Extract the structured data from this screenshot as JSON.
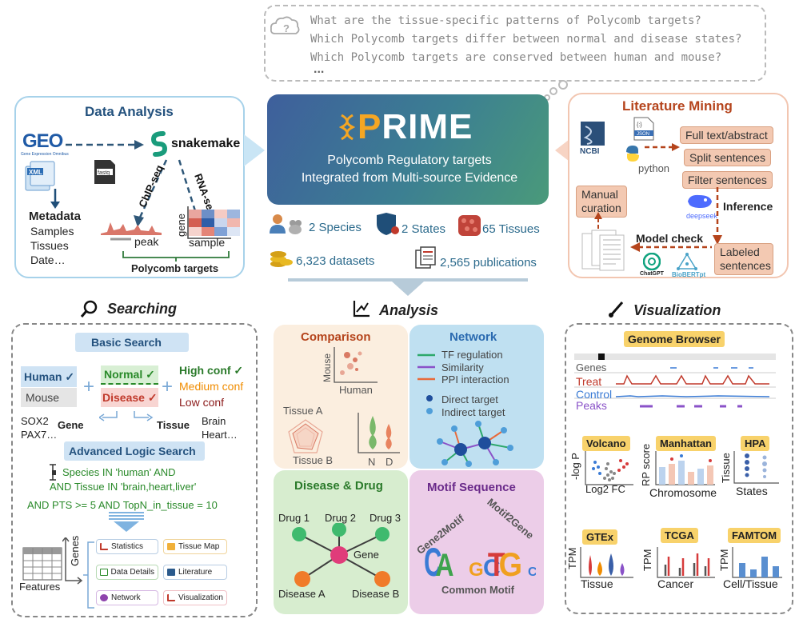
{
  "questions": {
    "q1": "What are the tissue-specific patterns of Polycomb targets?",
    "q2": "Which Polycomb targets differ between normal and disease states?",
    "q3": "Which Polycomb targets are conserved between human and mouse?",
    "more": "..."
  },
  "data_analysis": {
    "title": "Data Analysis",
    "geo_logo": "GEO",
    "geo_sub": "Gene Expression Omnibus",
    "xml": "XML",
    "fastq": "fastq",
    "snakemake": "snakemake",
    "chip_seq": "ChIP-seq",
    "rna_seq": "RNA-seq",
    "metadata_title": "Metadata",
    "metadata_items": [
      "Samples",
      "Tissues",
      "Date…"
    ],
    "peak": "peak",
    "gene": "gene",
    "sample": "sample",
    "polycomb_targets": "Polycomb targets"
  },
  "prime": {
    "title_p": "P",
    "title_rest": "RIME",
    "line1": "Polycomb Regulatory targets",
    "line2": "Integrated from Multi-source Evidence"
  },
  "stats": {
    "species": "2 Species",
    "states": "2 States",
    "tissues": "65 Tissues",
    "datasets": "6,323 datasets",
    "publications": "2,565 publications"
  },
  "literature": {
    "title": "Literature Mining",
    "ncbi": "NCBI",
    "json": "JSON",
    "python": "python",
    "full_text": "Full text/abstract",
    "split": "Split  sentences",
    "filter": "Filter  sentences",
    "manual": "Manual curation",
    "inference": "Inference",
    "deepseek": "deepseek",
    "model_check": "Model check",
    "labeled": "Labeled sentences",
    "chatgpt": "ChatGPT",
    "biobert": "BioBERTpt"
  },
  "searching": {
    "title": "Searching",
    "basic_search": "Basic Search",
    "human": "Human ✓",
    "mouse": "Mouse",
    "normal": "Normal ✓",
    "disease": "Disease ✓",
    "high_conf": "High conf ✓",
    "medium_conf": "Medium conf",
    "low_conf": "Low conf",
    "gene_examples": "SOX2\nPAX7…",
    "gene": "Gene",
    "tissue": "Tissue",
    "tissue_examples": "Brain\nHeart…",
    "advanced": "Advanced Logic Search",
    "query1": "Species IN 'human' AND",
    "query2": "AND Tissue IN 'brain,heart,liver'",
    "query3": "AND PTS >= 5 AND TopN_in_tissue = 10",
    "genes": "Genes",
    "features": "Features",
    "chips": [
      "Statistics",
      "Tissue Map",
      "Data Details",
      "Literature",
      "Network",
      "Visualization"
    ]
  },
  "analysis": {
    "title": "Analysis",
    "comparison": "Comparison",
    "mouse": "Mouse",
    "human": "Human",
    "tissue_a": "Tissue A",
    "tissue_b": "Tissue B",
    "n": "N",
    "d": "D",
    "network": "Network",
    "tf": "TF regulation",
    "similarity": "Similarity",
    "ppi": "PPI interaction",
    "direct": "Direct target",
    "indirect": "Indirect target",
    "disease_drug": "Disease & Drug",
    "drug1": "Drug 1",
    "drug2": "Drug 2",
    "drug3": "Drug 3",
    "gene": "Gene",
    "disease_a": "Disease A",
    "disease_b": "Disease B",
    "motif": "Motif Sequence",
    "gene2motif": "Gene2Motif",
    "motif2gene": "Motif2Gene",
    "common_motif": "Common Motif"
  },
  "visualization": {
    "title": "Visualization",
    "genome_browser": "Genome Browser",
    "tracks": [
      "Genes",
      "Treat",
      "Control",
      "Peaks"
    ],
    "volcano": "Volcano",
    "log_p": "-log P",
    "log2fc": "Log2 FC",
    "manhattan": "Manhattan",
    "rp_score": "RP score",
    "chromosome": "Chromosome",
    "hpa": "HPA",
    "tissue": "Tissue",
    "states": "States",
    "gtex": "GTEx",
    "tpm": "TPM",
    "tcga": "TCGA",
    "cancer": "Cancer",
    "famtom": "FAMTOM",
    "cell_tissue": "Cell/Tissue"
  },
  "colors": {
    "accent_blue": "#2a5a8c",
    "accent_orange": "#b5441c",
    "prime_orange": "#f5a623",
    "green": "#2a8a2a",
    "red": "#c0392b"
  }
}
